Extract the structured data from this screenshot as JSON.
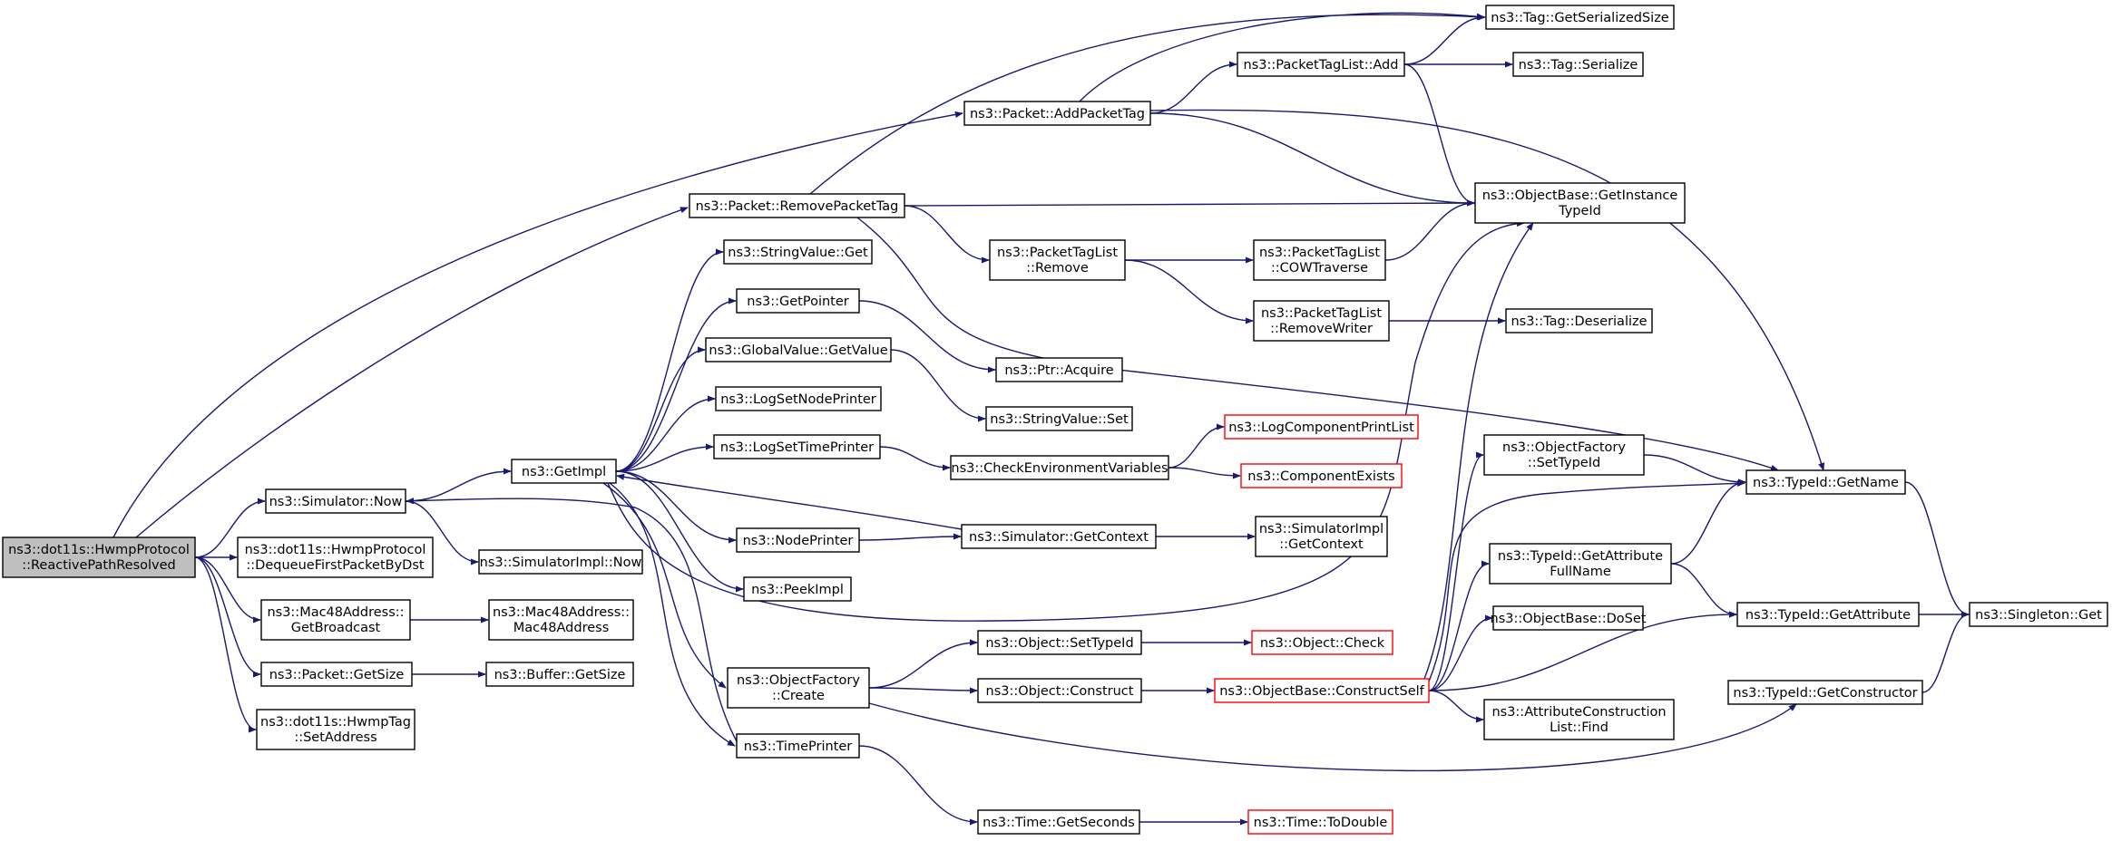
{
  "colors": {
    "edge": "#191970",
    "root_fill": "#bfbfbf",
    "truncated_border": "#ff0000",
    "node_border": "#000000"
  },
  "nodes": {
    "reactive": {
      "lines": [
        "ns3::dot11s::HwmpProtocol",
        "::ReactivePathResolved"
      ],
      "root": true
    },
    "sim_now": {
      "lines": [
        "ns3::Simulator::Now"
      ]
    },
    "dequeue": {
      "lines": [
        "ns3::dot11s::HwmpProtocol",
        "::DequeueFirstPacketByDst"
      ]
    },
    "mac_bcast": {
      "lines": [
        "ns3::Mac48Address::",
        "GetBroadcast"
      ]
    },
    "pkt_size": {
      "lines": [
        "ns3::Packet::GetSize"
      ]
    },
    "hwmptag": {
      "lines": [
        "ns3::dot11s::HwmpTag",
        "::SetAddress"
      ]
    },
    "getimpl": {
      "lines": [
        "ns3::GetImpl"
      ]
    },
    "simimpl_now": {
      "lines": [
        "ns3::SimulatorImpl::Now"
      ]
    },
    "mac48": {
      "lines": [
        "ns3::Mac48Address::",
        "Mac48Address"
      ]
    },
    "buf_size": {
      "lines": [
        "ns3::Buffer::GetSize"
      ]
    },
    "remove_tag": {
      "lines": [
        "ns3::Packet::RemovePacketTag"
      ]
    },
    "sv_get": {
      "lines": [
        "ns3::StringValue::Get"
      ]
    },
    "getpointer": {
      "lines": [
        "ns3::GetPointer"
      ]
    },
    "gv_getvalue": {
      "lines": [
        "ns3::GlobalValue::GetValue"
      ]
    },
    "lognode": {
      "lines": [
        "ns3::LogSetNodePrinter"
      ]
    },
    "logtime": {
      "lines": [
        "ns3::LogSetTimePrinter"
      ]
    },
    "nodeprinter": {
      "lines": [
        "ns3::NodePrinter"
      ]
    },
    "peekimpl": {
      "lines": [
        "ns3::PeekImpl"
      ]
    },
    "of_create": {
      "lines": [
        "ns3::ObjectFactory",
        "::Create"
      ]
    },
    "timeprinter": {
      "lines": [
        "ns3::TimePrinter"
      ]
    },
    "add_tag": {
      "lines": [
        "ns3::Packet::AddPacketTag"
      ]
    },
    "ptl_remove": {
      "lines": [
        "ns3::PacketTagList",
        "::Remove"
      ]
    },
    "ptr_acquire": {
      "lines": [
        "ns3::Ptr::Acquire"
      ]
    },
    "sv_set": {
      "lines": [
        "ns3::StringValue::Set"
      ]
    },
    "checkenv": {
      "lines": [
        "ns3::CheckEnvironmentVariables"
      ]
    },
    "sim_ctx": {
      "lines": [
        "ns3::Simulator::GetContext"
      ]
    },
    "obj_settid": {
      "lines": [
        "ns3::Object::SetTypeId"
      ]
    },
    "obj_construct": {
      "lines": [
        "ns3::Object::Construct"
      ]
    },
    "time_secs": {
      "lines": [
        "ns3::Time::GetSeconds"
      ]
    },
    "ptl_add": {
      "lines": [
        "ns3::PacketTagList::Add"
      ]
    },
    "ptl_cow": {
      "lines": [
        "ns3::PacketTagList",
        "::COWTraverse"
      ]
    },
    "ptl_rw": {
      "lines": [
        "ns3::PacketTagList",
        "::RemoveWriter"
      ]
    },
    "logcomp": {
      "lines": [
        "ns3::LogComponentPrintList"
      ],
      "truncated": true
    },
    "compexists": {
      "lines": [
        "ns3::ComponentExists"
      ],
      "truncated": true
    },
    "simimpl_ctx": {
      "lines": [
        "ns3::SimulatorImpl",
        "::GetContext"
      ]
    },
    "obj_check": {
      "lines": [
        "ns3::Object::Check"
      ],
      "truncated": true
    },
    "ob_cself": {
      "lines": [
        "ns3::ObjectBase::ConstructSelf"
      ],
      "truncated": true
    },
    "time_todbl": {
      "lines": [
        "ns3::Time::ToDouble"
      ],
      "truncated": true
    },
    "tag_gss": {
      "lines": [
        "ns3::Tag::GetSerializedSize"
      ]
    },
    "tag_ser": {
      "lines": [
        "ns3::Tag::Serialize"
      ]
    },
    "ob_git": {
      "lines": [
        "ns3::ObjectBase::GetInstance",
        "TypeId"
      ]
    },
    "tag_deser": {
      "lines": [
        "ns3::Tag::Deserialize"
      ]
    },
    "of_settid": {
      "lines": [
        "ns3::ObjectFactory",
        "::SetTypeId"
      ]
    },
    "tid_gafn": {
      "lines": [
        "ns3::TypeId::GetAttribute",
        "FullName"
      ]
    },
    "ob_doset": {
      "lines": [
        "ns3::ObjectBase::DoSet"
      ]
    },
    "acl_find": {
      "lines": [
        "ns3::AttributeConstruction",
        "List::Find"
      ]
    },
    "tid_getname": {
      "lines": [
        "ns3::TypeId::GetName"
      ]
    },
    "tid_getattr": {
      "lines": [
        "ns3::TypeId::GetAttribute"
      ]
    },
    "tid_getctor": {
      "lines": [
        "ns3::TypeId::GetConstructor"
      ]
    },
    "singleton": {
      "lines": [
        "ns3::Singleton::Get"
      ]
    }
  }
}
